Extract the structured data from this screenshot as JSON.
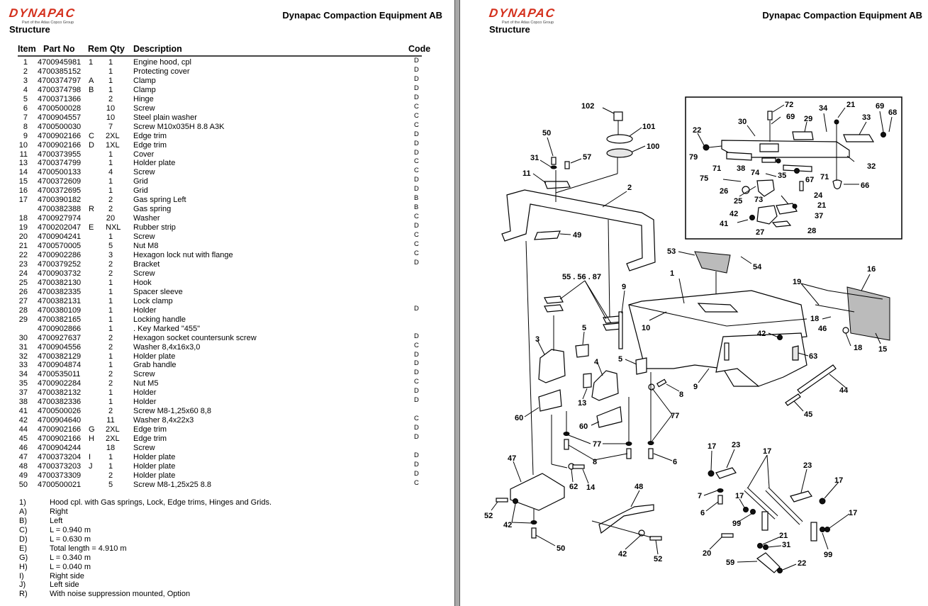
{
  "header": {
    "brand": "DYNAPAC",
    "brand_tagline": "Part of the Atlas Copco Group",
    "company": "Dynapac Compaction Equipment AB",
    "section": "Structure",
    "brand_color": "#d4301d"
  },
  "table": {
    "columns": {
      "item": "Item",
      "part_no": "Part No",
      "rem": "Rem",
      "qty": "Qty",
      "description": "Description",
      "code": "Code"
    },
    "rows": [
      {
        "item": "1",
        "part_no": "4700945981",
        "rem": "1",
        "qty": "1",
        "description": "Engine hood, cpl",
        "code": "D"
      },
      {
        "item": "2",
        "part_no": "4700385152",
        "rem": "",
        "qty": "1",
        "description": "Protecting cover",
        "code": "D"
      },
      {
        "item": "3",
        "part_no": "4700374797",
        "rem": "A",
        "qty": "1",
        "description": "Clamp",
        "code": "D"
      },
      {
        "item": "4",
        "part_no": "4700374798",
        "rem": "B",
        "qty": "1",
        "description": "Clamp",
        "code": "D"
      },
      {
        "item": "5",
        "part_no": "4700371366",
        "rem": "",
        "qty": "2",
        "description": "Hinge",
        "code": "D"
      },
      {
        "item": "6",
        "part_no": "4700500028",
        "rem": "",
        "qty": "10",
        "description": "Screw",
        "code": "C"
      },
      {
        "item": "7",
        "part_no": "4700904557",
        "rem": "",
        "qty": "10",
        "description": "Steel plain washer",
        "code": "C"
      },
      {
        "item": "8",
        "part_no": "4700500030",
        "rem": "",
        "qty": "7",
        "description": "Screw M10x035H 8.8 A3K",
        "code": "C"
      },
      {
        "item": "9",
        "part_no": "4700902166",
        "rem": "C",
        "qty": "2XL",
        "description": "Edge trim",
        "code": "D"
      },
      {
        "item": "10",
        "part_no": "4700902166",
        "rem": "D",
        "qty": "1XL",
        "description": "Edge trim",
        "code": "D"
      },
      {
        "item": "11",
        "part_no": "4700373955",
        "rem": "",
        "qty": "1",
        "description": "Cover",
        "code": "D"
      },
      {
        "item": "13",
        "part_no": "4700374799",
        "rem": "",
        "qty": "1",
        "description": "Holder plate",
        "code": "C"
      },
      {
        "item": "14",
        "part_no": "4700500133",
        "rem": "",
        "qty": "4",
        "description": "Screw",
        "code": "C"
      },
      {
        "item": "15",
        "part_no": "4700372609",
        "rem": "",
        "qty": "1",
        "description": "Grid",
        "code": "D"
      },
      {
        "item": "16",
        "part_no": "4700372695",
        "rem": "",
        "qty": "1",
        "description": "Grid",
        "code": "D"
      },
      {
        "item": "17",
        "part_no": "4700390182",
        "rem": "",
        "qty": "2",
        "description": "Gas spring Left",
        "code": "B"
      },
      {
        "item": "",
        "part_no": "4700382388",
        "rem": "R",
        "qty": "2",
        "description": "Gas spring",
        "code": "B"
      },
      {
        "item": "18",
        "part_no": "4700927974",
        "rem": "",
        "qty": "20",
        "description": "Washer",
        "code": "C"
      },
      {
        "item": "19",
        "part_no": "4700202047",
        "rem": "E",
        "qty": "NXL",
        "description": "Rubber strip",
        "code": "D"
      },
      {
        "item": "20",
        "part_no": "4700904241",
        "rem": "",
        "qty": "1",
        "description": "Screw",
        "code": "C"
      },
      {
        "item": "21",
        "part_no": "4700570005",
        "rem": "",
        "qty": "5",
        "description": "Nut M8",
        "code": "C"
      },
      {
        "item": "22",
        "part_no": "4700902286",
        "rem": "",
        "qty": "3",
        "description": "Hexagon lock nut with flange",
        "code": "C"
      },
      {
        "item": "23",
        "part_no": "4700379252",
        "rem": "",
        "qty": "2",
        "description": "Bracket",
        "code": "D"
      },
      {
        "item": "24",
        "part_no": "4700903732",
        "rem": "",
        "qty": "2",
        "description": "Screw",
        "code": ""
      },
      {
        "item": "25",
        "part_no": "4700382130",
        "rem": "",
        "qty": "1",
        "description": "Hook",
        "code": ""
      },
      {
        "item": "26",
        "part_no": "4700382335",
        "rem": "",
        "qty": "1",
        "description": "Spacer sleeve",
        "code": ""
      },
      {
        "item": "27",
        "part_no": "4700382131",
        "rem": "",
        "qty": "1",
        "description": "Lock clamp",
        "code": ""
      },
      {
        "item": "28",
        "part_no": "4700380109",
        "rem": "",
        "qty": "1",
        "description": "Holder",
        "code": "D"
      },
      {
        "item": "29",
        "part_no": "4700382165",
        "rem": "",
        "qty": "1",
        "description": "Locking handle",
        "code": ""
      },
      {
        "item": "",
        "part_no": "4700902866",
        "rem": "",
        "qty": "1",
        "description": ". Key Marked \"455\"",
        "code": ""
      },
      {
        "item": "30",
        "part_no": "4700927637",
        "rem": "",
        "qty": "2",
        "description": "Hexagon socket countersunk screw",
        "code": "D"
      },
      {
        "item": "31",
        "part_no": "4700904556",
        "rem": "",
        "qty": "2",
        "description": "Washer 8,4x16x3,0",
        "code": "C"
      },
      {
        "item": "32",
        "part_no": "4700382129",
        "rem": "",
        "qty": "1",
        "description": "Holder plate",
        "code": "D"
      },
      {
        "item": "33",
        "part_no": "4700904874",
        "rem": "",
        "qty": "1",
        "description": "Grab handle",
        "code": "D"
      },
      {
        "item": "34",
        "part_no": "4700535011",
        "rem": "",
        "qty": "2",
        "description": "Screw",
        "code": "D"
      },
      {
        "item": "35",
        "part_no": "4700902284",
        "rem": "",
        "qty": "2",
        "description": "Nut M5",
        "code": "C"
      },
      {
        "item": "37",
        "part_no": "4700382132",
        "rem": "",
        "qty": "1",
        "description": "Holder",
        "code": "D"
      },
      {
        "item": "38",
        "part_no": "4700382336",
        "rem": "",
        "qty": "1",
        "description": "Holder",
        "code": "D"
      },
      {
        "item": "41",
        "part_no": "4700500026",
        "rem": "",
        "qty": "2",
        "description": "Screw M8-1,25x60 8,8",
        "code": ""
      },
      {
        "item": "42",
        "part_no": "4700904640",
        "rem": "",
        "qty": "11",
        "description": "Washer 8,4x22x3",
        "code": "C"
      },
      {
        "item": "44",
        "part_no": "4700902166",
        "rem": "G",
        "qty": "2XL",
        "description": "Edge trim",
        "code": "D"
      },
      {
        "item": "45",
        "part_no": "4700902166",
        "rem": "H",
        "qty": "2XL",
        "description": "Edge trim",
        "code": "D"
      },
      {
        "item": "46",
        "part_no": "4700904244",
        "rem": "",
        "qty": "18",
        "description": "Screw",
        "code": ""
      },
      {
        "item": "47",
        "part_no": "4700373204",
        "rem": "I",
        "qty": "1",
        "description": "Holder plate",
        "code": "D"
      },
      {
        "item": "48",
        "part_no": "4700373203",
        "rem": "J",
        "qty": "1",
        "description": "Holder plate",
        "code": "D"
      },
      {
        "item": "49",
        "part_no": "4700373309",
        "rem": "",
        "qty": "2",
        "description": "Holder plate",
        "code": "D"
      },
      {
        "item": "50",
        "part_no": "4700500021",
        "rem": "",
        "qty": "5",
        "description": "Screw M8-1,25x25  8.8",
        "code": "C"
      }
    ]
  },
  "notes": [
    {
      "key": "1)",
      "text": "Hood cpl. with Gas springs, Lock, Edge trims, Hinges and Grids."
    },
    {
      "key": "A)",
      "text": "Right"
    },
    {
      "key": "B)",
      "text": "Left"
    },
    {
      "key": "C)",
      "text": "L = 0.940 m"
    },
    {
      "key": "D)",
      "text": "L = 0.630 m"
    },
    {
      "key": "E)",
      "text": "Total length = 4.910 m"
    },
    {
      "key": "G)",
      "text": "L = 0.340 m"
    },
    {
      "key": "H)",
      "text": "L = 0.040 m"
    },
    {
      "key": "I)",
      "text": "Right side"
    },
    {
      "key": "J)",
      "text": "Left side"
    },
    {
      "key": "R)",
      "text": "With noise suppression mounted, Option"
    }
  ],
  "diagram": {
    "callouts": {
      "c102": "102",
      "c101": "101",
      "c100": "100",
      "c50a": "50",
      "c31a": "31",
      "c57": "57",
      "c11": "11",
      "c2": "2",
      "c49": "49",
      "c53": "53",
      "c54": "54",
      "c1": "1",
      "c16": "16",
      "c19": "19",
      "c18a": "18",
      "c46": "46",
      "c18b": "18",
      "c15": "15",
      "c55": "55 . 56 . 87",
      "c9a": "9",
      "c10": "10",
      "c42a": "42",
      "c63": "63",
      "c3": "3",
      "c5a": "5",
      "c5b": "5",
      "c4": "4",
      "c13": "13",
      "c9b": "9",
      "c8a": "8",
      "c44": "44",
      "c45": "45",
      "c60a": "60",
      "c60b": "60",
      "c77a": "77",
      "c77b": "77",
      "c8b": "8",
      "c6a": "6",
      "c47": "47",
      "c62": "62",
      "c14": "14",
      "c48": "48",
      "c52a": "52",
      "c42b": "42",
      "c50b": "50",
      "c42c": "42",
      "c52b": "52",
      "i72": "72",
      "i69a": "69",
      "i34": "34",
      "i21a": "21",
      "i69b": "69",
      "i68": "68",
      "i30": "30",
      "i29": "29",
      "i33": "33",
      "i22": "22",
      "i79": "79",
      "i71a": "71",
      "i38": "38",
      "i74": "74",
      "i35": "35",
      "i67": "67",
      "i71b": "71",
      "i32": "32",
      "i75": "75",
      "i26": "26",
      "i25": "25",
      "i73": "73",
      "i24": "24",
      "i66": "66",
      "i21b": "21",
      "i37": "37",
      "i42": "42",
      "i41": "41",
      "i27": "27",
      "i28": "28",
      "g17a": "17",
      "g23a": "23",
      "g17b": "17",
      "g23b": "23",
      "g17c": "17",
      "g7": "7",
      "g6": "6",
      "g17d": "17",
      "g99a": "99",
      "g17e": "17",
      "g21": "21",
      "g31": "31",
      "g20": "20",
      "g99b": "99",
      "g59": "59",
      "g22": "22"
    }
  }
}
